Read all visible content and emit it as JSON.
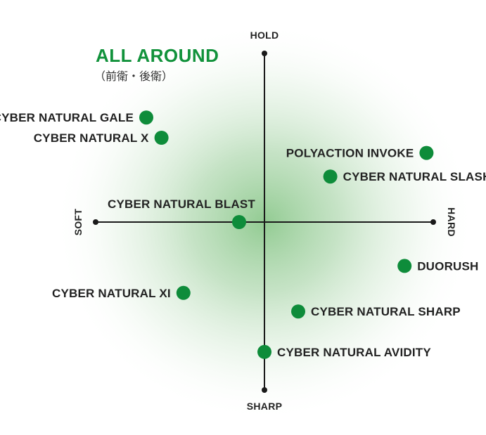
{
  "chart_data": {
    "type": "scatter",
    "title": "ALL AROUND",
    "subtitle": "（前衛・後衛）",
    "axes": {
      "top": "HOLD",
      "bottom": "SHARP",
      "left": "SOFT",
      "right": "HARD"
    },
    "xlim": [
      -1,
      1
    ],
    "ylim": [
      -1,
      1
    ],
    "grid": false,
    "colors": {
      "point": "#0e8c3a",
      "title": "#11923b",
      "glow": "#7fc27f"
    },
    "points": [
      {
        "label": "CYBER NATURAL GALE",
        "x": -0.7,
        "y": 0.62
      },
      {
        "label": "CYBER NATURAL X",
        "x": -0.61,
        "y": 0.5
      },
      {
        "label": "POLYACTION INVOKE",
        "x": 0.96,
        "y": 0.41
      },
      {
        "label": "CYBER NATURAL SLASH",
        "x": 0.39,
        "y": 0.27
      },
      {
        "label": "CYBER NATURAL BLAST",
        "x": -0.15,
        "y": 0.0
      },
      {
        "label": "DUORUSH",
        "x": 0.83,
        "y": -0.26
      },
      {
        "label": "CYBER NATURAL XI",
        "x": -0.48,
        "y": -0.42
      },
      {
        "label": "CYBER NATURAL SHARP",
        "x": 0.2,
        "y": -0.53
      },
      {
        "label": "CYBER NATURAL AVIDITY",
        "x": 0.0,
        "y": -0.77
      }
    ]
  }
}
